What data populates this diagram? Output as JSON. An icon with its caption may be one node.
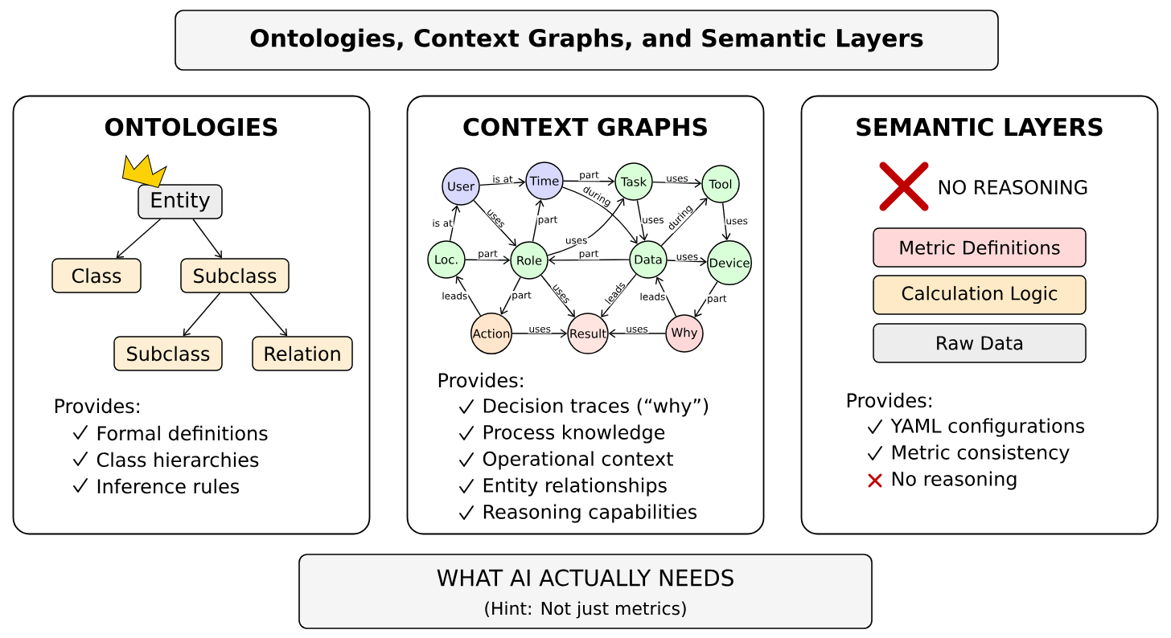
{
  "diagram": {
    "title": "Ontologies, Context Graphs, and Semantic Layers",
    "nodes": [
      {
        "text": [
          "ONTOLOGIES",
          "Provides:",
          "Formal definitions",
          "Class hierarchies",
          "Inference rules"
        ]
      },
      {
        "text": [
          "Entity"
        ],
        "in": 0
      },
      {
        "text": [
          "Class"
        ],
        "in": 0
      },
      {
        "text": [
          "Subclass"
        ],
        "in": 0
      },
      {
        "text": [
          "Subclass"
        ],
        "in": 0
      },
      {
        "text": [
          "Relation"
        ],
        "in": 0
      },
      {
        "text": [
          "CONTEXT GRAPHS",
          "Provides:",
          "Decision traces (“why”)",
          "Process knowledge",
          "Operational context",
          "Entity relationships",
          "Reasoning capabilities"
        ]
      },
      {
        "text": [
          "User"
        ],
        "in": 6
      },
      {
        "text": [
          "Time"
        ],
        "in": 6
      },
      {
        "text": [
          "Task"
        ],
        "in": 6
      },
      {
        "text": [
          "Tool"
        ],
        "in": 6
      },
      {
        "text": [
          "Loc."
        ],
        "in": 6
      },
      {
        "text": [
          "Role"
        ],
        "in": 6
      },
      {
        "text": [
          "Data"
        ],
        "in": 6
      },
      {
        "text": [
          "Device"
        ],
        "in": 6
      },
      {
        "text": [
          "Action"
        ],
        "in": 6
      },
      {
        "text": [
          "Result"
        ],
        "in": 6
      },
      {
        "text": [
          "Why"
        ],
        "in": 6
      },
      {
        "text": [
          "SEMANTIC LAYERS",
          "NO REASONING",
          "Provides:",
          "YAML configurations",
          "Metric consistency",
          "No reasoning"
        ]
      },
      {
        "text": [
          "Metric Definitions"
        ],
        "in": 18
      },
      {
        "text": [
          "Calculation Logic"
        ],
        "in": 18
      },
      {
        "text": [
          "Raw Data"
        ],
        "in": 18
      },
      {
        "text": [
          "WHAT AI ACTUALLY NEEDS",
          "(Hint: Not just metrics)"
        ]
      }
    ],
    "edges": [
      {
        "from": 1,
        "to": 2,
        "arrow": "to"
      },
      {
        "from": 1,
        "to": 3,
        "arrow": "to"
      },
      {
        "from": 3,
        "to": 4,
        "arrow": "to"
      },
      {
        "from": 3,
        "to": 5,
        "arrow": "to"
      },
      {
        "from": 7,
        "to": 8,
        "arrow": "to",
        "label": "is at"
      },
      {
        "from": 8,
        "to": 9,
        "arrow": "to",
        "label": "part"
      },
      {
        "from": 9,
        "to": 10,
        "arrow": "to",
        "label": "uses"
      },
      {
        "from": 11,
        "to": 7,
        "arrow": "to",
        "label": "is at"
      },
      {
        "from": 7,
        "to": 12,
        "arrow": "to",
        "label": "uses"
      },
      {
        "from": 12,
        "to": 8,
        "arrow": "to",
        "label": "part"
      },
      {
        "from": 8,
        "to": 13,
        "arrow": "to",
        "label": "during"
      },
      {
        "from": 12,
        "to": 9,
        "arrow": "to",
        "label": "uses"
      },
      {
        "from": 9,
        "to": 13,
        "arrow": "to",
        "label": "uses"
      },
      {
        "from": 13,
        "to": 10,
        "arrow": "to",
        "label": "during"
      },
      {
        "from": 10,
        "to": 14,
        "arrow": "to",
        "label": "uses"
      },
      {
        "from": 11,
        "to": 12,
        "arrow": "to",
        "label": "part"
      },
      {
        "from": 13,
        "to": 12,
        "arrow": "to",
        "label": "part"
      },
      {
        "from": 13,
        "to": 14,
        "arrow": "to",
        "label": "uses"
      },
      {
        "from": 12,
        "to": 15,
        "arrow": "to",
        "label": "part"
      },
      {
        "from": 12,
        "to": 16,
        "arrow": "to",
        "label": "uses"
      },
      {
        "from": 13,
        "to": 16,
        "arrow": "to",
        "label": "leads"
      },
      {
        "from": 17,
        "to": 13,
        "arrow": "to",
        "label": "leads"
      },
      {
        "from": 14,
        "to": 17,
        "arrow": "to",
        "label": "part"
      },
      {
        "from": 15,
        "to": 11,
        "arrow": "to",
        "label": "leads"
      },
      {
        "from": 15,
        "to": 16,
        "arrow": "to",
        "label": "uses"
      },
      {
        "from": 17,
        "to": 16,
        "arrow": "to",
        "label": "uses"
      }
    ]
  }
}
